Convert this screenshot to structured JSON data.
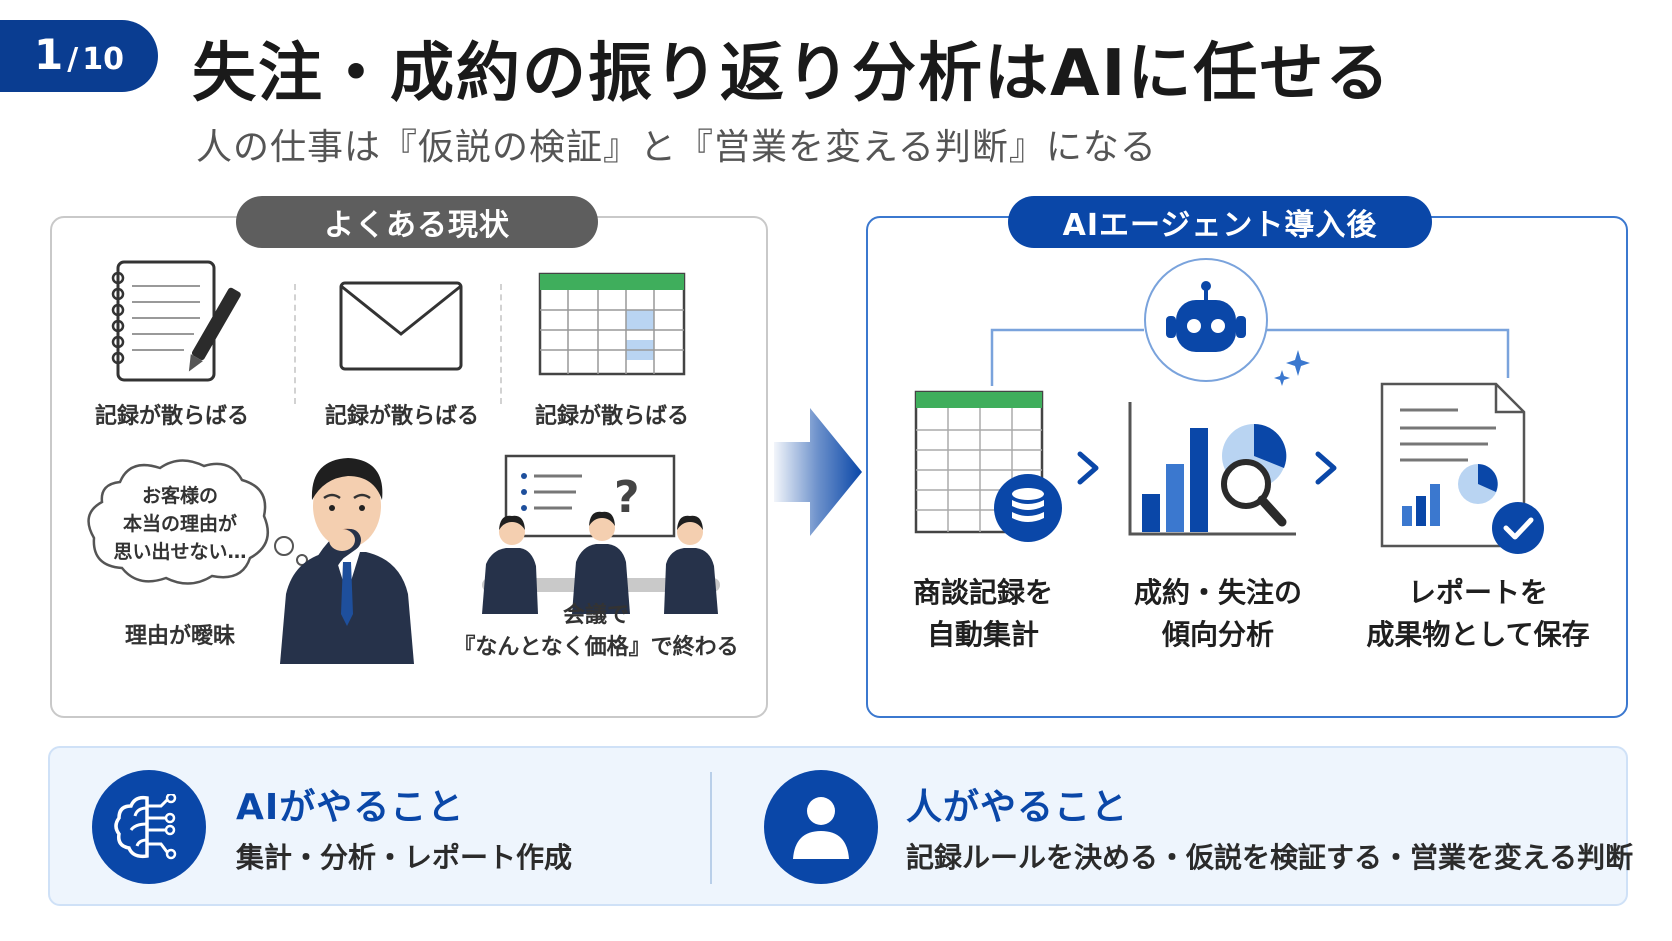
{
  "badge": {
    "current": "1",
    "separator": "/",
    "total": "10"
  },
  "title": "失注・成約の振り返り分析はAIに任せる",
  "subtitle": "人の仕事は『仮説の検証』と『営業を変える判断』になる",
  "left_panel": {
    "tag": "よくある現状",
    "items": [
      {
        "icon": "notebook-icon",
        "label": "記録が散らばる"
      },
      {
        "icon": "envelope-icon",
        "label": "記録が散らばる"
      },
      {
        "icon": "spreadsheet-icon",
        "label": "記録が散らばる"
      }
    ],
    "thought_bubble": [
      "お客様の",
      "本当の理由が",
      "思い出せない…"
    ],
    "reason_label": "理由が曖昧",
    "meeting_label": [
      "会議で",
      "『なんとなく価格』で終わる"
    ]
  },
  "right_panel": {
    "tag": "AIエージェント導入後",
    "center_icon": "robot-icon",
    "steps": [
      {
        "icon": "database-table-icon",
        "label": [
          "商談記録を",
          "自動集計"
        ]
      },
      {
        "icon": "analytics-chart-icon",
        "label": [
          "成約・失注の",
          "傾向分析"
        ]
      },
      {
        "icon": "report-document-icon",
        "label": [
          "レポートを",
          "成果物として保存"
        ]
      }
    ]
  },
  "bottom": {
    "ai": {
      "icon": "brain-circuit-icon",
      "heading": "AIがやること",
      "body": "集計・分析・レポート作成"
    },
    "human": {
      "icon": "person-icon",
      "heading": "人がやること",
      "body": "記録ルールを決める・仮説を検証する・営業を変える判断"
    }
  },
  "colors": {
    "navy": "#0a3d91",
    "blue": "#0a47a8",
    "gray": "#5e5e5e",
    "light_blue": "#eef5fd"
  }
}
